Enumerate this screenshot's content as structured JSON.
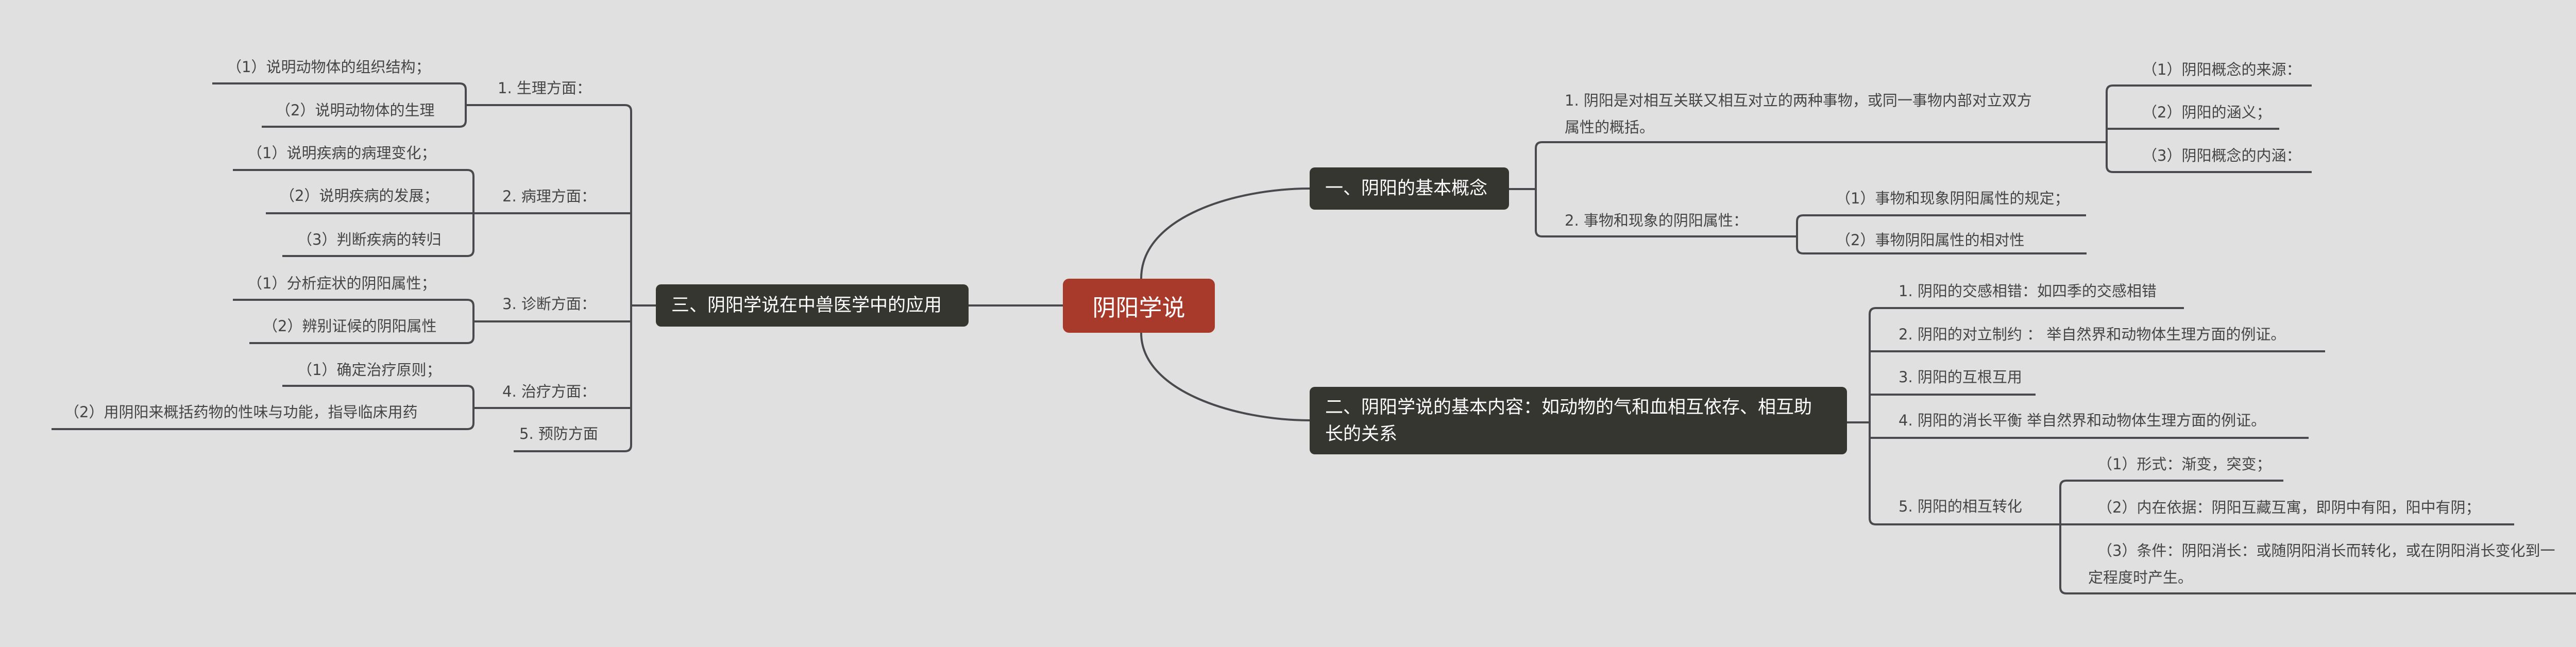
{
  "root": "阴阳学说",
  "colors": {
    "background": "#e0e0e0",
    "root": "#a83a2b",
    "topic": "#35362f",
    "line": "#4a4a4e"
  },
  "branch1": {
    "title": "一、阴阳的基本概念",
    "item1": {
      "line1": "1. 阴阳是对相互关联又相互对立的两种事物，或同一事物内部对立双方",
      "line2": "属性的概括。",
      "children": [
        "（1）阴阳概念的来源：",
        "（2）阴阳的涵义；",
        "（3）阴阳概念的内涵："
      ]
    },
    "item2": {
      "label": "2.  事物和现象的阴阳属性：",
      "children": [
        "（1）事物和现象阴阳属性的规定；",
        "（2）事物阴阳属性的相对性"
      ]
    }
  },
  "branch2": {
    "title_line1": "二、阴阳学说的基本内容：如动物的气和血相互依存、相互助",
    "title_line2": "长的关系",
    "items": [
      "1. 阴阳的交感相错：如四季的交感相错",
      "2. 阴阳的对立制约 ：  举自然界和动物体生理方面的例证。",
      "3. 阴阳的互根互用",
      "4. 阴阳的消长平衡  举自然界和动物体生理方面的例证。",
      "5. 阴阳的相互转化"
    ],
    "item5_children": [
      "（1）形式：渐变，突变；",
      "（2）内在依据：阴阳互藏互寓，即阴中有阳，阳中有阴；",
      "（3）条件：阴阳消长：或随阴阳消长而转化，或在阴阳消长变化到一",
      "定程度时产生。"
    ]
  },
  "branch3": {
    "title": "三、阴阳学说在中兽医学中的应用",
    "items": [
      {
        "label": "1.  生理方面：",
        "children": [
          "（1）说明动物体的组织结构；",
          "（2）说明动物体的生理"
        ]
      },
      {
        "label": "2. 病理方面：",
        "children": [
          "（1）说明疾病的病理变化；",
          "（2）说明疾病的发展；",
          "（3）判断疾病的转归"
        ]
      },
      {
        "label": "3. 诊断方面：",
        "children": [
          "（1）分析症状的阴阳属性；",
          "（2）辨别证候的阴阳属性"
        ]
      },
      {
        "label": "4. 治疗方面：",
        "children": [
          "（1）确定治疗原则；",
          "（2）用阴阳来概括药物的性味与功能，指导临床用药"
        ]
      },
      {
        "label": "5. 预防方面",
        "children": []
      }
    ]
  }
}
